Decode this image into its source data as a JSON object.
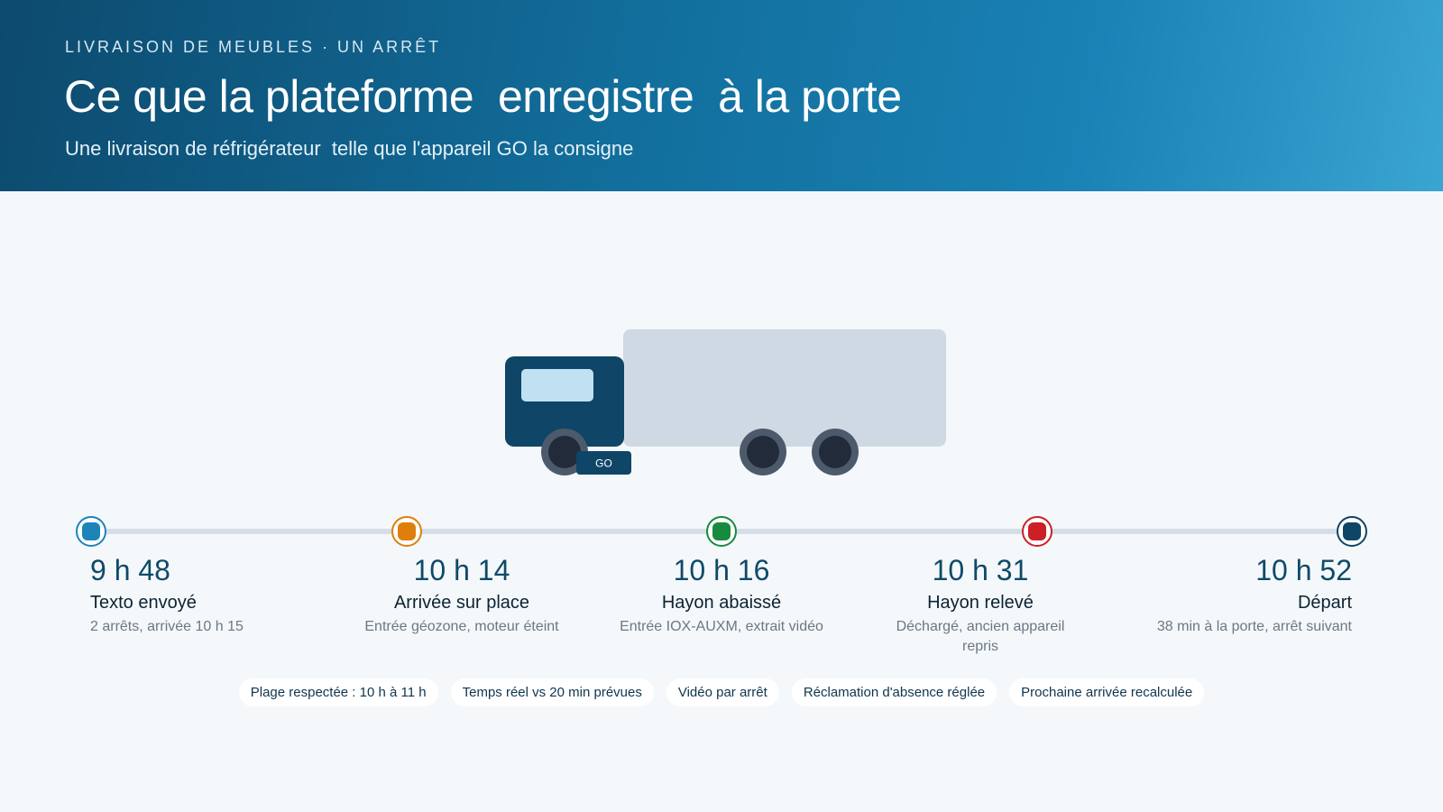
{
  "header": {
    "eyebrow": "LIVRAISON DE MEUBLES · UN ARRÊT",
    "title": "Ce que la plateforme  enregistre  à la porte",
    "subtitle": "Une livraison de réfrigérateur  telle que l'appareil GO la consigne"
  },
  "truck": {
    "device_label": "GO",
    "colors": {
      "cab": "#0f4566",
      "box": "#cfd9e4",
      "window": "#bfe1f2",
      "wheel": "#222b3a",
      "wheel_rim": "#4d5a6c"
    }
  },
  "timeline": {
    "steps": [
      {
        "time": "9 h 48",
        "label": "Texto  envoyé",
        "desc": "2 arrêts, arrivée 10 h 15",
        "color": "#1c84b8"
      },
      {
        "time": "10 h 14",
        "label": "Arrivée sur place",
        "desc": "Entrée géozone, moteur éteint",
        "color": "#de7f0c"
      },
      {
        "time": "10 h 16",
        "label": "Hayon abaissé",
        "desc": "Entrée IOX-AUXM, extrait  vidéo",
        "color": "#178a3e"
      },
      {
        "time": "10 h 31",
        "label": "Hayon relevé",
        "desc": "Déchargé, ancien appareil repris",
        "color": "#cc1f26"
      },
      {
        "time": "10 h 52",
        "label": "Départ",
        "desc": "38 min à la porte, arrêt  suivant",
        "color": "#0f4566"
      }
    ]
  },
  "chips": [
    "Plage respectée : 10 h à 11 h",
    "Temps  réel vs 20 min prévues",
    "Vidéo par arrêt",
    "Réclamation d'absence réglée",
    "Prochaine arrivée recalculée"
  ]
}
